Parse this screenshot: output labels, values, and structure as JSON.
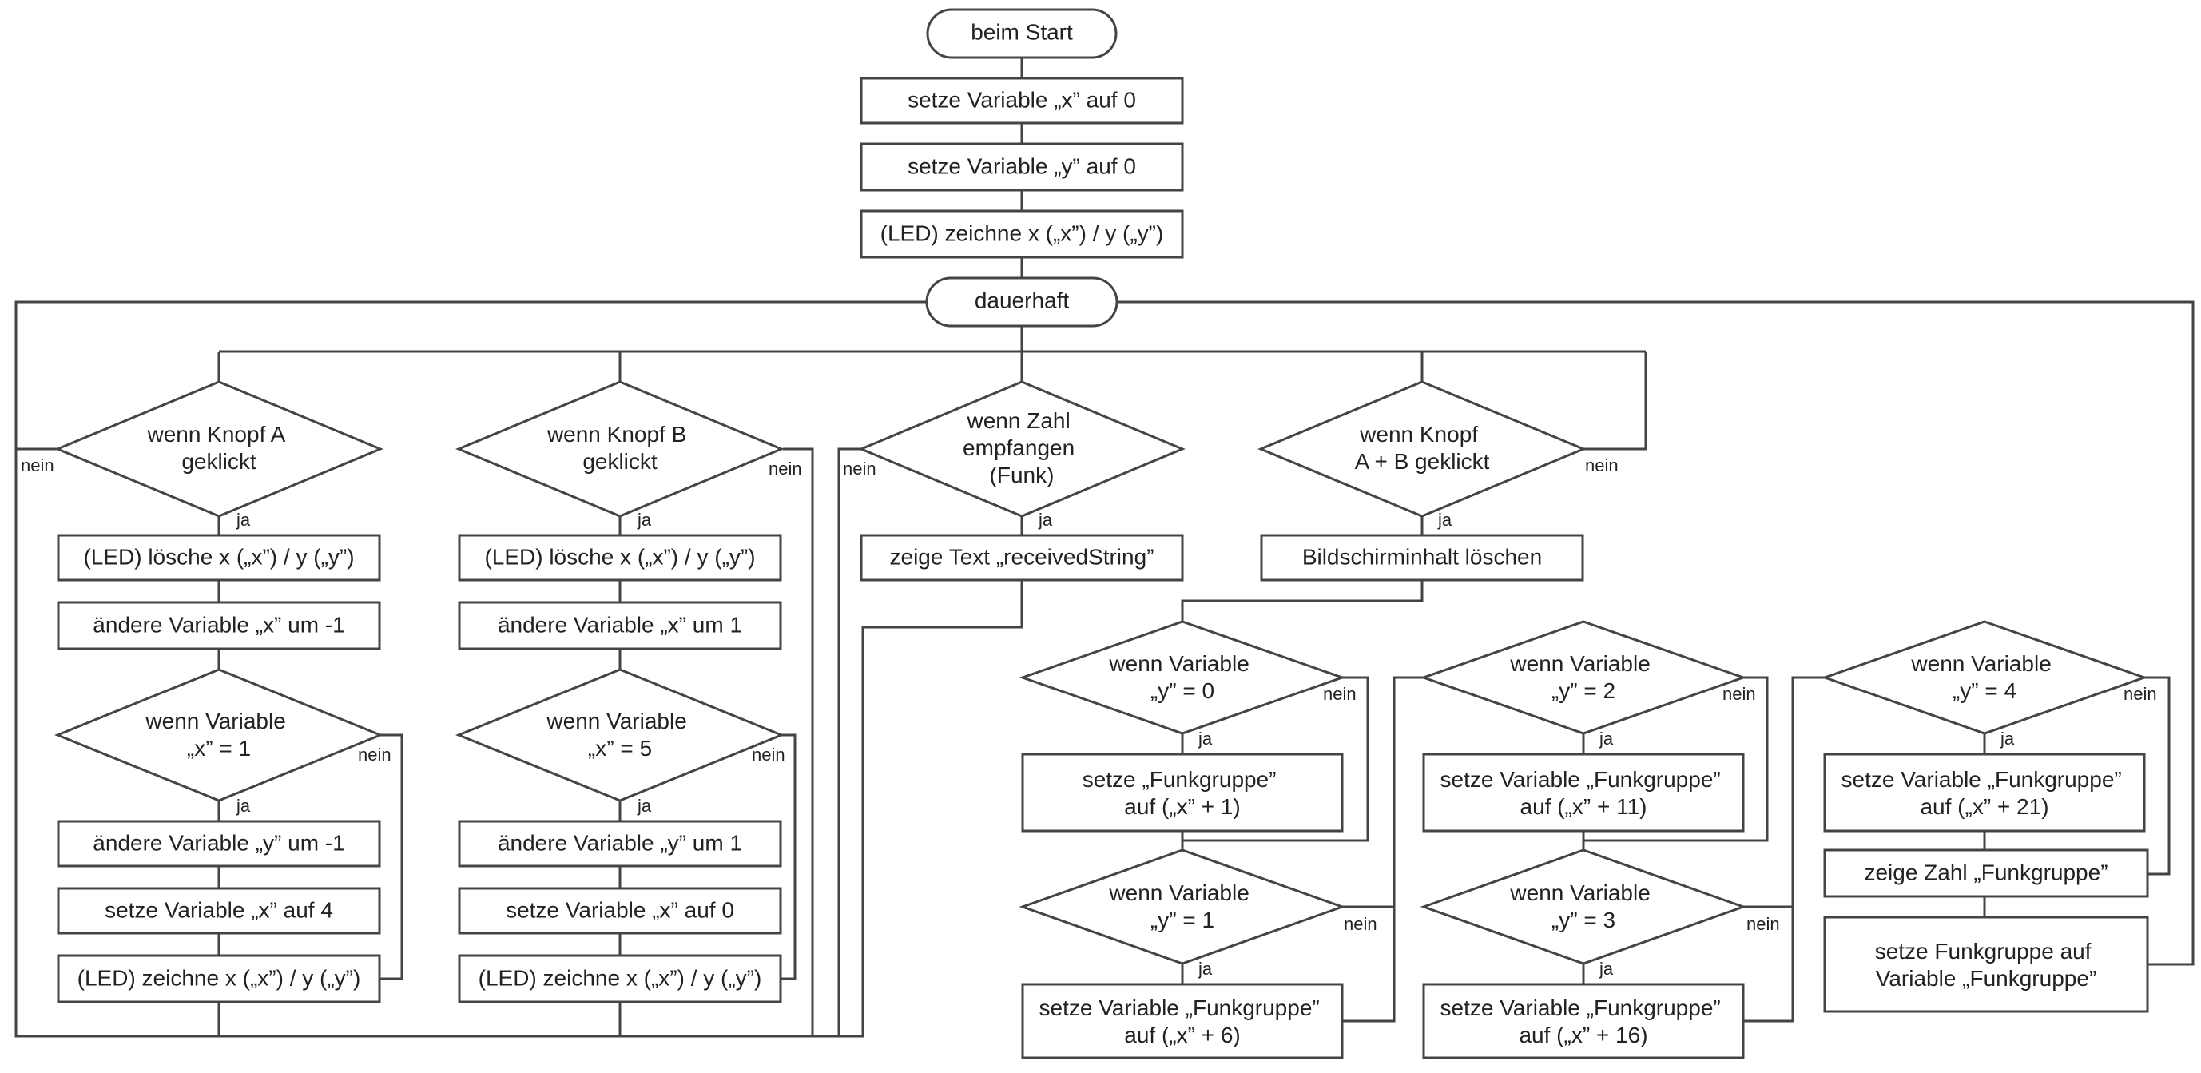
{
  "colors": {
    "stroke": "#444444",
    "text": "#222222",
    "fill": "#ffffff"
  },
  "nodes": {
    "start": "beim Start",
    "set_x_0": "setze Variable „x” auf 0",
    "set_y_0": "setze Variable „y” auf 0",
    "draw_initial": "(LED) zeichne x („x”) / y („y”)",
    "forever": "dauerhaft",
    "btnA_cond": [
      "wenn Knopf A",
      "geklickt"
    ],
    "btnA_clear": "(LED) lösche x („x”) / y („y”)",
    "btnA_change_x": "ändere Variable „x” um -1",
    "btnA_if_x1": [
      "wenn Variable",
      "„x” = 1"
    ],
    "btnA_change_y": "ändere Variable „y” um -1",
    "btnA_set_x4": "setze Variable „x” auf 4",
    "btnA_draw": "(LED) zeichne x („x”) / y („y”)",
    "btnB_cond": [
      "wenn Knopf B",
      "geklickt"
    ],
    "btnB_clear": "(LED) lösche x („x”) / y („y”)",
    "btnB_change_x": "ändere Variable „x” um 1",
    "btnB_if_x5": [
      "wenn Variable",
      "„x” = 5"
    ],
    "btnB_change_y": "ändere Variable „y” um 1",
    "btnB_set_x0": "setze Variable „x” auf 0",
    "btnB_draw": "(LED) zeichne x („x”) / y („y”)",
    "radio_cond": [
      "wenn Zahl",
      "empfangen",
      "(Funk)"
    ],
    "radio_show": "zeige Text „receivedString”",
    "btnAB_cond": [
      "wenn Knopf",
      "A + B geklickt"
    ],
    "btnAB_clear": "Bildschirminhalt löschen",
    "if_y0": [
      "wenn Variable",
      "„y” = 0"
    ],
    "set_fg_x1": [
      "setze „Funkgruppe”",
      "auf („x” + 1)"
    ],
    "if_y1": [
      "wenn Variable",
      "„y” = 1"
    ],
    "set_fg_x6": [
      "setze Variable „Funkgruppe”",
      "auf („x” + 6)"
    ],
    "if_y2": [
      "wenn Variable",
      "„y” = 2"
    ],
    "set_fg_x11": [
      "setze Variable „Funkgruppe”",
      "auf („x” + 11)"
    ],
    "if_y3": [
      "wenn Variable",
      "„y” = 3"
    ],
    "set_fg_x16": [
      "setze Variable „Funkgruppe”",
      "auf („x” + 16)"
    ],
    "if_y4": [
      "wenn Variable",
      "„y” = 4"
    ],
    "set_fg_x21": [
      "setze Variable „Funkgruppe”",
      "auf („x” + 21)"
    ],
    "show_fg": "zeige Zahl „Funkgruppe”",
    "set_radio_group": [
      "setze Funkgruppe auf",
      "Variable „Funkgruppe”"
    ]
  },
  "labels": {
    "yes": "ja",
    "no": "nein"
  }
}
